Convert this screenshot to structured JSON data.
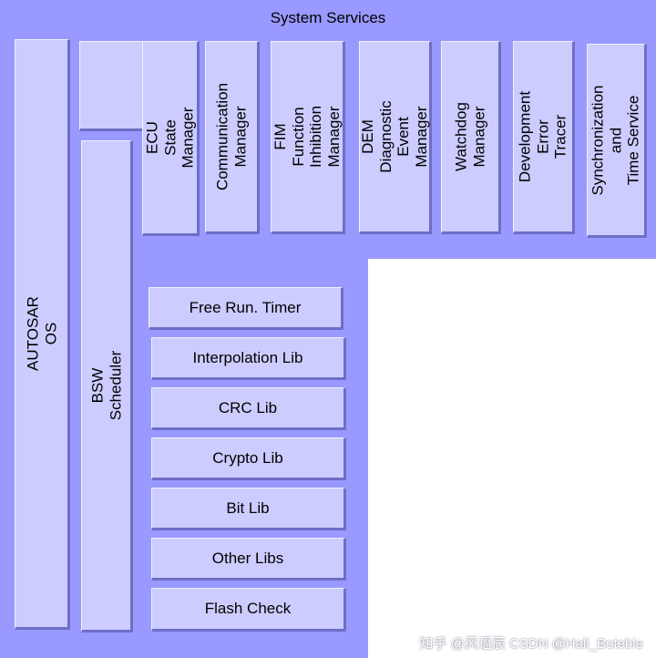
{
  "title": "System Services",
  "colors": {
    "background": "#9999ff",
    "box_fill": "#ccccff",
    "box_shadow": "#6e6ec8"
  },
  "left_blocks": {
    "os": "AUTOSAR OS",
    "scheduler": "BSW Scheduler"
  },
  "services": [
    "ECU State Manager",
    "Communication\nManager",
    "FIM\nFunction Inhibition\nManager",
    "DEM\nDiagnostic Event\nManager",
    "Watchdog Manager",
    "Development Error\nTracer",
    "Synchronization and\nTime Service"
  ],
  "libraries": [
    "Free Run. Timer",
    "Interpolation Lib",
    "CRC Lib",
    "Crypto Lib",
    "Bit Lib",
    "Other Libs",
    "Flash Check"
  ],
  "watermark": "知乎 @风语辰  CSDN @Hali_Botebie"
}
